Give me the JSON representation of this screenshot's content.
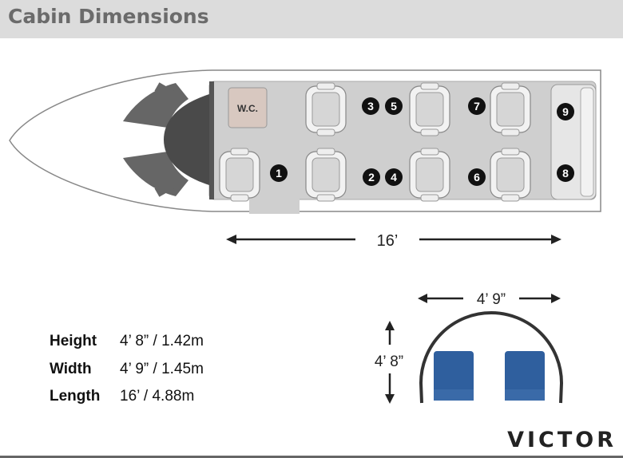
{
  "header": {
    "title": "Cabin Dimensions"
  },
  "floorplan": {
    "wc_label": "W.C.",
    "seat_numbers": [
      "1",
      "2",
      "3",
      "4",
      "5",
      "6",
      "7",
      "8",
      "9"
    ],
    "length_label": "16’"
  },
  "cross_section": {
    "width_label": "4’ 9”",
    "height_label": "4’ 8”",
    "seat_color": "#2f5f9e"
  },
  "specs": [
    {
      "label": "Height",
      "value": "4’ 8” / 1.42m"
    },
    {
      "label": "Width",
      "value": "4’ 9” / 1.45m"
    },
    {
      "label": "Length",
      "value": "16’ / 4.88m"
    }
  ],
  "brand": "VICTOR"
}
